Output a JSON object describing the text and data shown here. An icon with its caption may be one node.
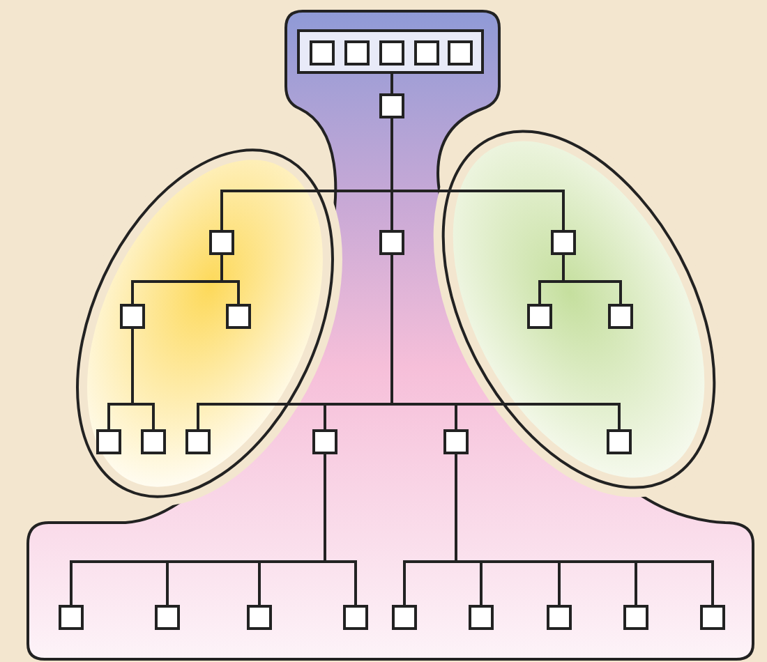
{
  "diagram": {
    "nodes": [
      {
        "text": [],
        "shape": "box"
      },
      {
        "text": [],
        "shape": "box",
        "in": 0
      },
      {
        "text": [],
        "shape": "box",
        "in": 0
      },
      {
        "text": [],
        "shape": "box",
        "in": 0
      },
      {
        "text": [],
        "shape": "box",
        "in": 0
      },
      {
        "text": [],
        "shape": "box",
        "in": 0
      },
      {
        "text": [],
        "shape": "box"
      },
      {
        "text": [],
        "shape": "box"
      },
      {
        "text": [],
        "shape": "box"
      },
      {
        "text": [],
        "shape": "box"
      },
      {
        "text": [],
        "shape": "box"
      },
      {
        "text": [],
        "shape": "box"
      },
      {
        "text": [],
        "shape": "box"
      },
      {
        "text": [],
        "shape": "box"
      },
      {
        "text": [],
        "shape": "box"
      },
      {
        "text": [],
        "shape": "box"
      },
      {
        "text": [],
        "shape": "box"
      },
      {
        "text": [],
        "shape": "box"
      },
      {
        "text": [],
        "shape": "box"
      },
      {
        "text": [],
        "shape": "box"
      },
      {
        "text": [],
        "shape": "box"
      },
      {
        "text": [],
        "shape": "box"
      },
      {
        "text": [],
        "shape": "box"
      },
      {
        "text": [],
        "shape": "box"
      },
      {
        "text": [],
        "shape": "box"
      },
      {
        "text": [],
        "shape": "box"
      },
      {
        "text": [],
        "shape": "box"
      },
      {
        "text": [],
        "shape": "box"
      },
      {
        "text": [],
        "shape": "box"
      }
    ],
    "edges": [
      {
        "from": 0,
        "to": 6,
        "arrow": "none"
      },
      {
        "from": 6,
        "to": 7,
        "arrow": "none"
      },
      {
        "from": 6,
        "to": 8,
        "arrow": "none"
      },
      {
        "from": 6,
        "to": 9,
        "arrow": "none"
      },
      {
        "from": 7,
        "to": 10,
        "arrow": "none"
      },
      {
        "from": 7,
        "to": 11,
        "arrow": "none"
      },
      {
        "from": 9,
        "to": 12,
        "arrow": "none"
      },
      {
        "from": 9,
        "to": 13,
        "arrow": "none"
      },
      {
        "from": 10,
        "to": 14,
        "arrow": "none"
      },
      {
        "from": 10,
        "to": 15,
        "arrow": "none"
      },
      {
        "from": 8,
        "to": 16,
        "arrow": "none"
      },
      {
        "from": 8,
        "to": 17,
        "arrow": "none"
      },
      {
        "from": 8,
        "to": 18,
        "arrow": "none"
      },
      {
        "from": 8,
        "to": 19,
        "arrow": "none"
      },
      {
        "from": 17,
        "to": 20,
        "arrow": "none"
      },
      {
        "from": 17,
        "to": 21,
        "arrow": "none"
      },
      {
        "from": 17,
        "to": 22,
        "arrow": "none"
      },
      {
        "from": 17,
        "to": 23,
        "arrow": "none"
      },
      {
        "from": 18,
        "to": 24,
        "arrow": "none"
      },
      {
        "from": 18,
        "to": 25,
        "arrow": "none"
      },
      {
        "from": 18,
        "to": 26,
        "arrow": "none"
      },
      {
        "from": 18,
        "to": 27,
        "arrow": "none"
      },
      {
        "from": 18,
        "to": 28,
        "arrow": "none"
      }
    ]
  }
}
